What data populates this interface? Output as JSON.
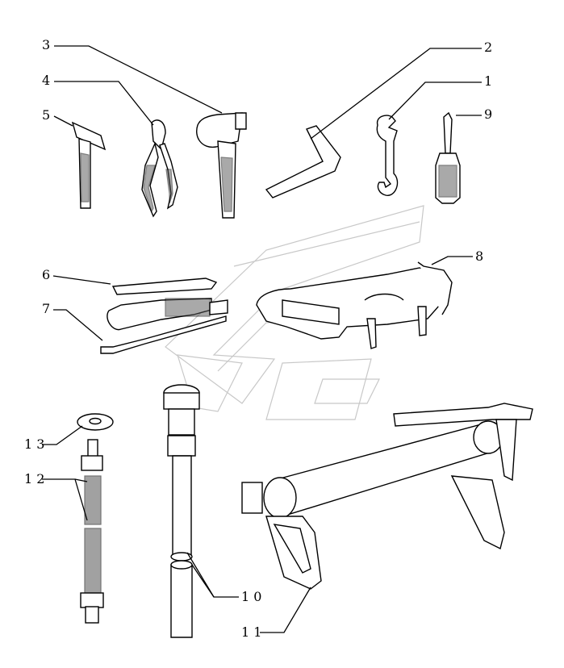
{
  "callouts": [
    {
      "id": "1",
      "label": "1"
    },
    {
      "id": "2",
      "label": "2"
    },
    {
      "id": "3",
      "label": "3"
    },
    {
      "id": "4",
      "label": "4"
    },
    {
      "id": "5",
      "label": "5"
    },
    {
      "id": "6",
      "label": "6"
    },
    {
      "id": "7",
      "label": "7"
    },
    {
      "id": "8",
      "label": "8"
    },
    {
      "id": "9",
      "label": "9"
    },
    {
      "id": "10",
      "label": "1 0"
    },
    {
      "id": "11",
      "label": "1 1"
    },
    {
      "id": "12",
      "label": "1 2"
    },
    {
      "id": "13",
      "label": "1 3"
    }
  ],
  "colors": {
    "line": "#000000",
    "watermark": "#c8c8c8",
    "background": "#ffffff"
  }
}
